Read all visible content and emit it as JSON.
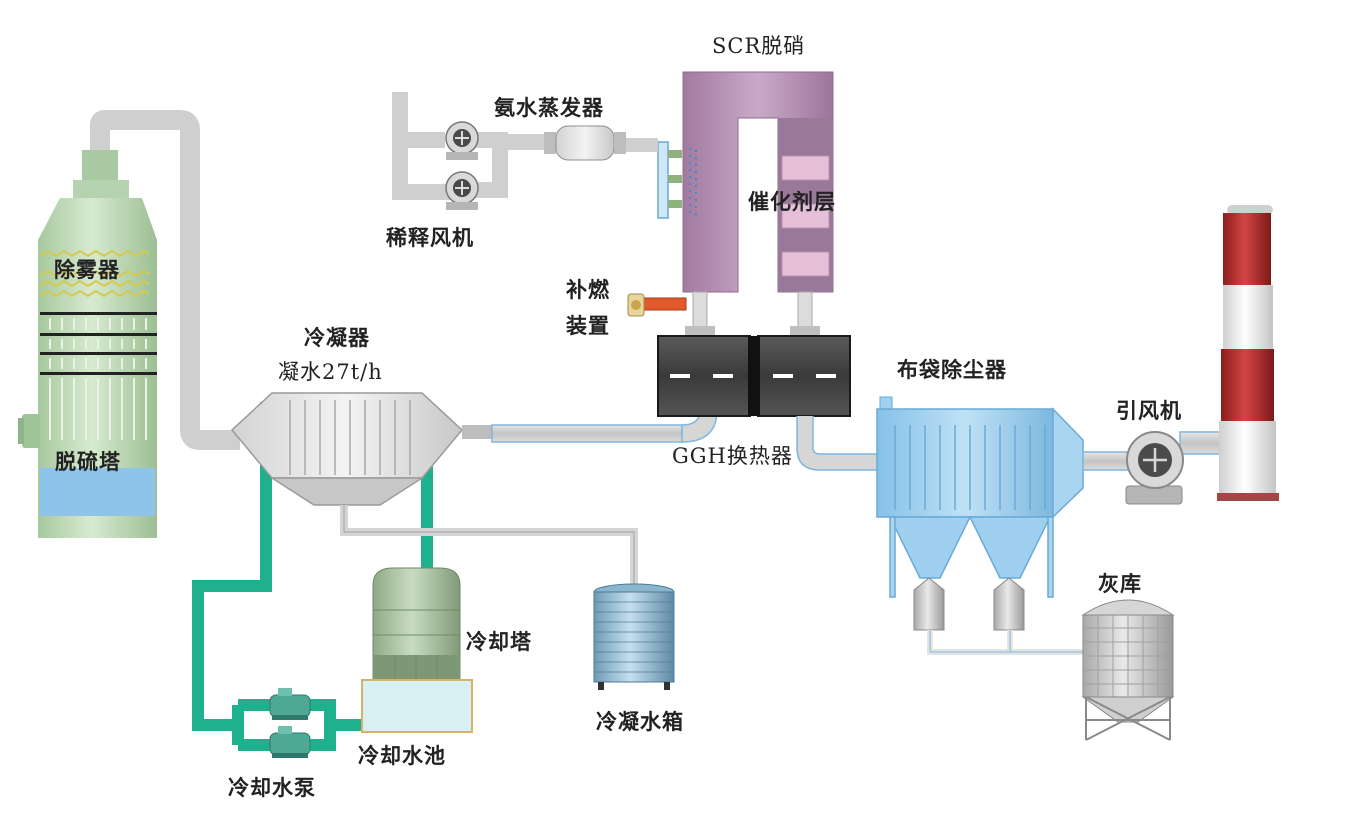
{
  "labels": {
    "scr": "SCR脱硝",
    "ammonia_evaporator": "氨水蒸发器",
    "catalyst_layer": "催化剂层",
    "dilution_fan": "稀释风机",
    "supplementary_burner_1": "补燃",
    "supplementary_burner_2": "装置",
    "demister": "除雾器",
    "desulfurization_tower": "脱硫塔",
    "condenser": "冷凝器",
    "condensate_rate": "凝水27t/h",
    "ggh": "GGH换热器",
    "bag_filter": "布袋除尘器",
    "induced_fan": "引风机",
    "cooling_tower": "冷却塔",
    "condensate_tank": "冷凝水箱",
    "ash_silo": "灰库",
    "cooling_pool": "冷却水池",
    "cooling_pump": "冷却水泵"
  },
  "colors": {
    "flue_pipe": "#cfcfcf",
    "cooling_water": "#1fb18e",
    "scr_purple": "#b48fb3",
    "tower_green": "#b8d7b0",
    "blue_equipment": "#9fd0ef",
    "chimney_red": "#b52a2a"
  }
}
